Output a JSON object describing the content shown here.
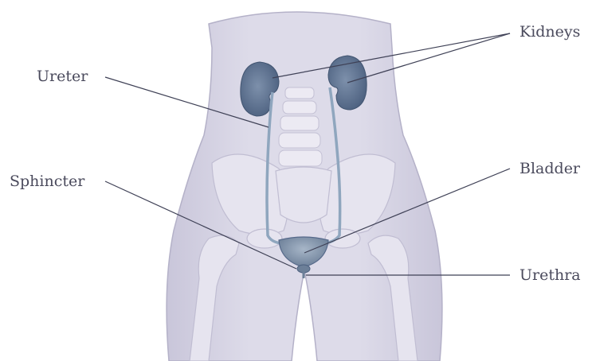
{
  "labels": {
    "ureter": "Ureter",
    "sphincter": "Sphincter",
    "kidneys": "Kidneys",
    "bladder": "Bladder",
    "urethra": "Urethra"
  },
  "colors": {
    "body": "#d6d4e4",
    "body_shadow": "#b9b6cc",
    "bone": "#e9e8f1",
    "kidney": "#5f7390",
    "ureter": "#8fa6be",
    "leader_line": "#3f4156",
    "label_text": "#4a4a5c"
  }
}
